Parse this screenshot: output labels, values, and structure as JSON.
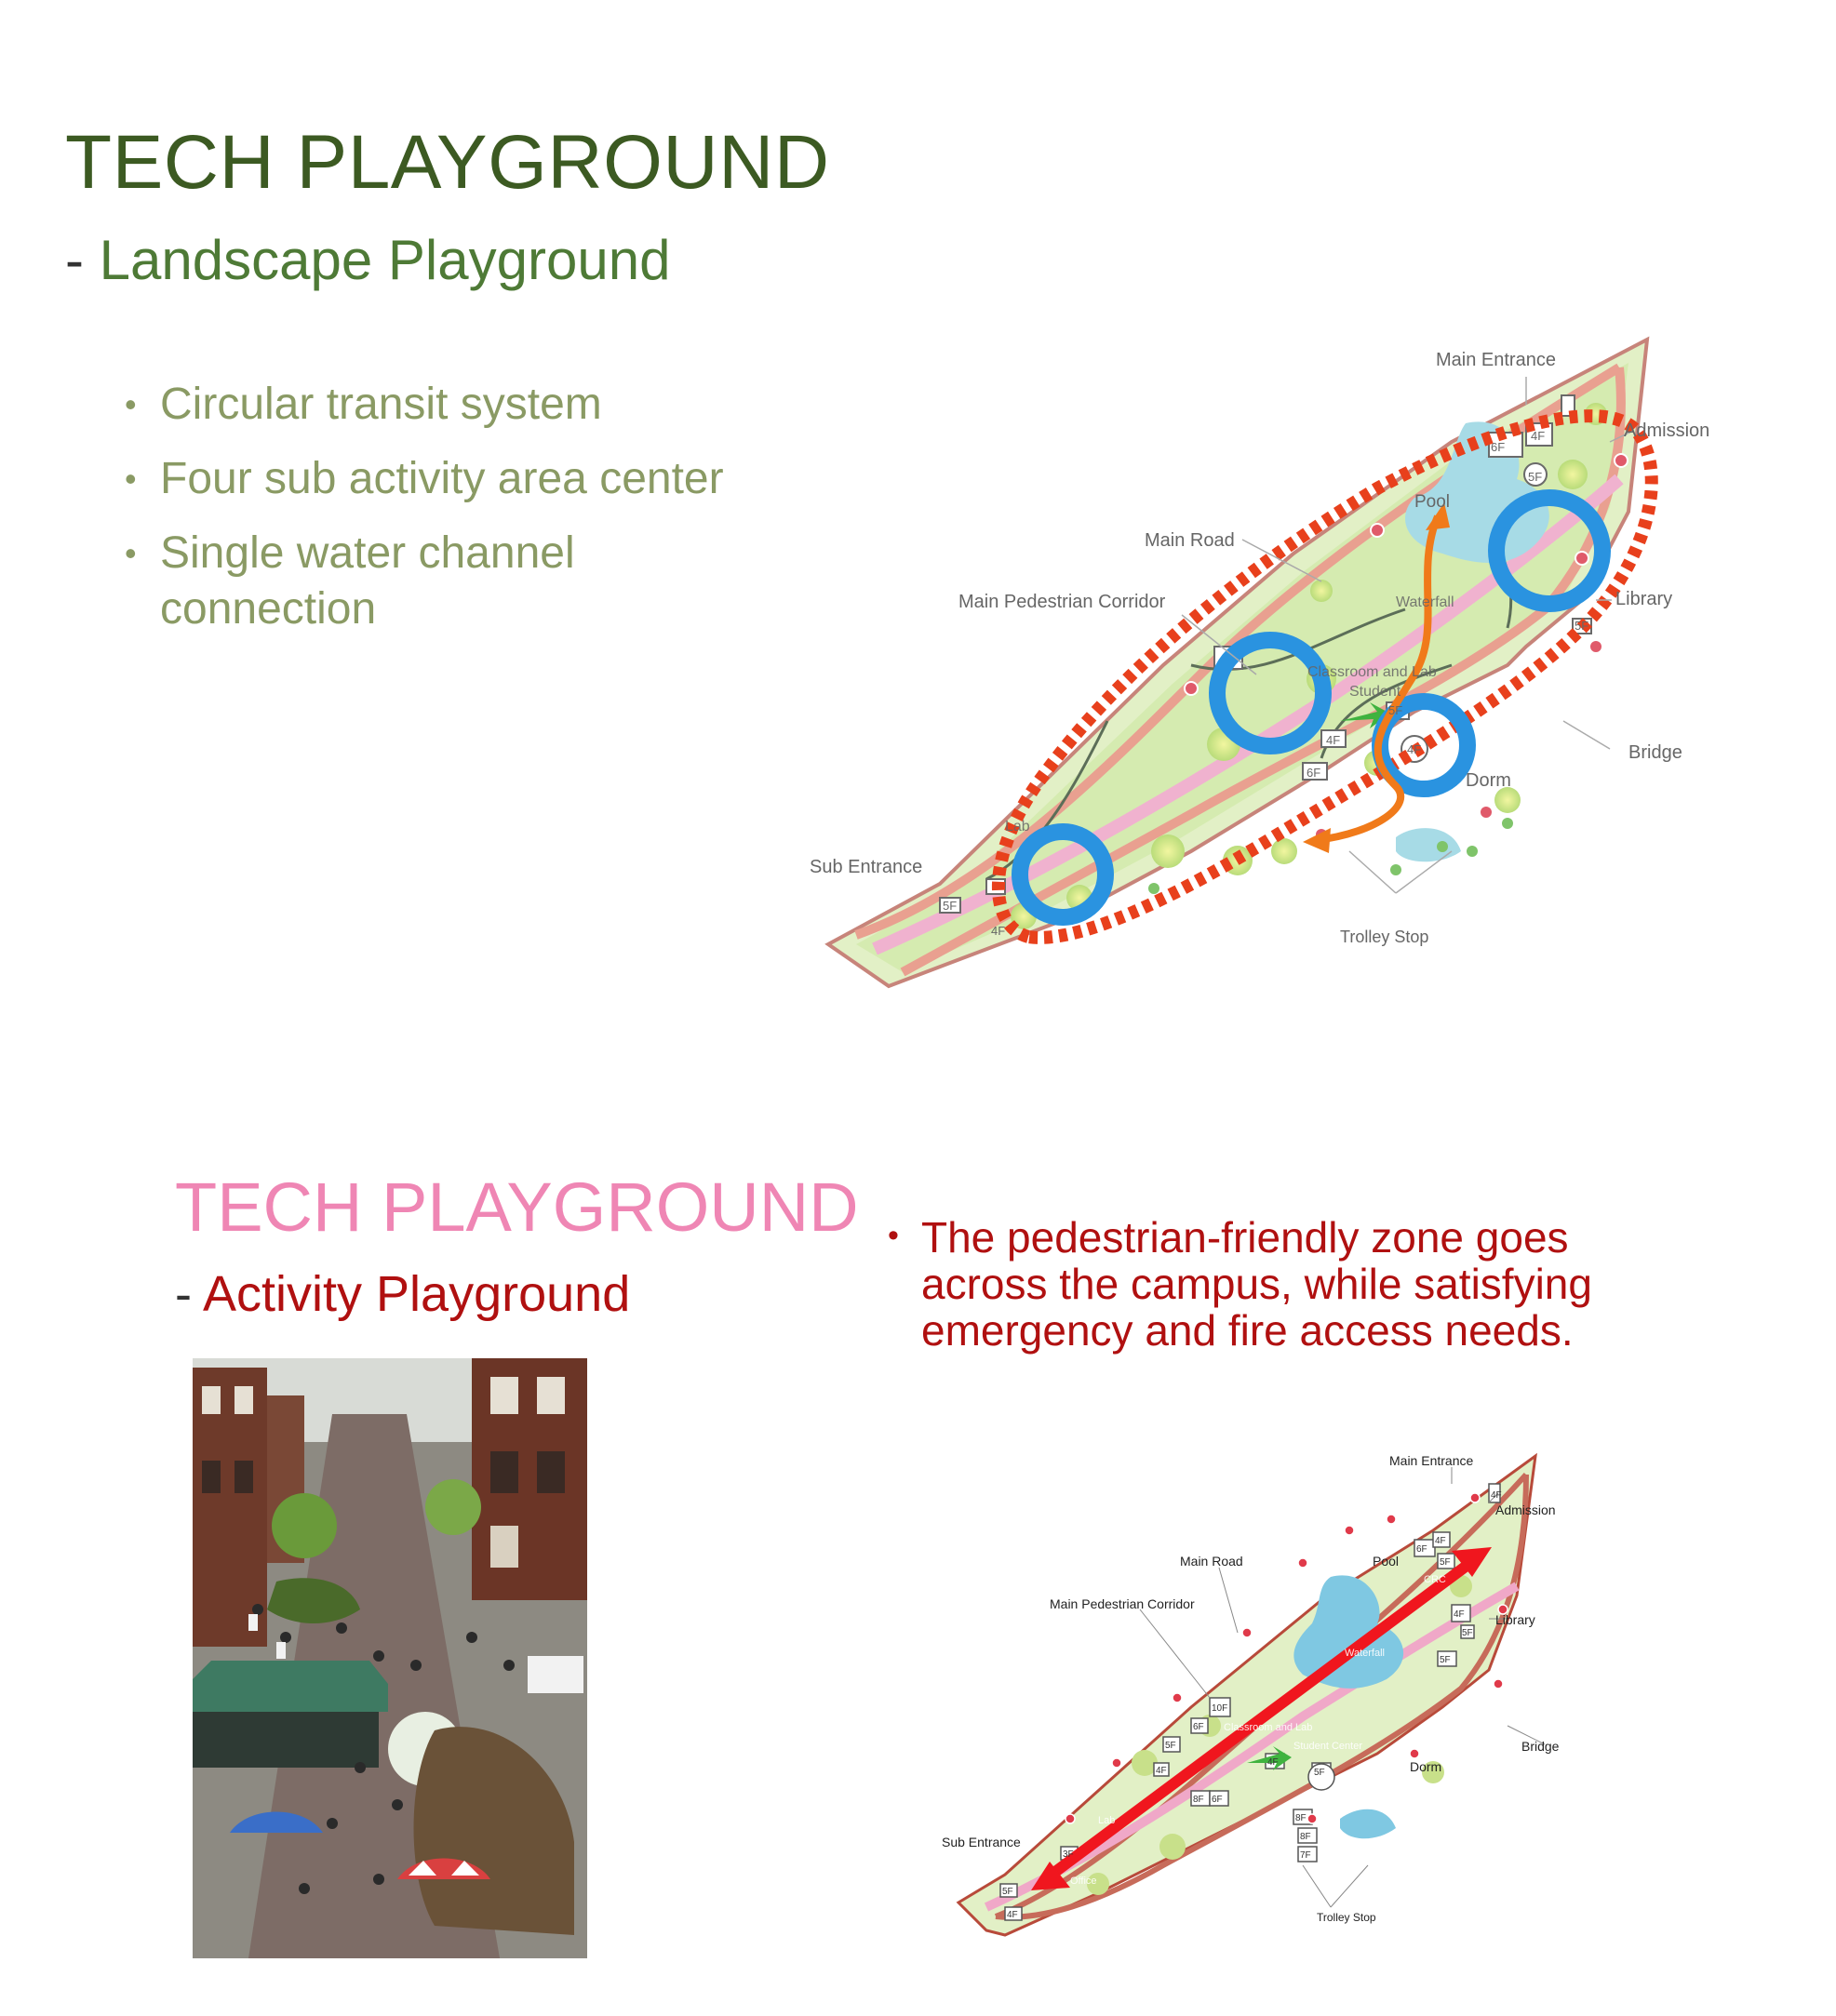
{
  "top": {
    "title": "TECH PLAYGROUND",
    "subtitle_dash": "- ",
    "subtitle": "Landscape Playground",
    "bullets": [
      "Circular transit system",
      "Four sub activity area center",
      "Single water channel connection"
    ]
  },
  "bottom": {
    "title": "TECH PLAYGROUND",
    "subtitle_dash": "- ",
    "subtitle": "Activity Playground",
    "bullet": "The pedestrian-friendly zone goes across the campus, while satisfying emergency and fire access needs."
  },
  "map1": {
    "labels": {
      "main_entrance": "Main Entrance",
      "admission": "Admission",
      "main_road": "Main Road",
      "pool": "Pool",
      "main_pedestrian": "Main Pedestrian Corridor",
      "library": "Library",
      "bridge": "Bridge",
      "dorm": "Dorm",
      "sub_entrance": "Sub Entrance",
      "trolley": "Trolley Stop",
      "lab": "Lab",
      "student": "Student",
      "waterfall": "Waterfall",
      "classroom_lab": "Classroom and Lab"
    },
    "floors": [
      "6F",
      "4F",
      "5F",
      "4F",
      "6F",
      "5F",
      "4F",
      "5F",
      "5F",
      "4F"
    ]
  },
  "map2": {
    "labels": {
      "main_entrance": "Main Entrance",
      "admission": "Admission",
      "main_road": "Main Road",
      "pool": "Pool",
      "crc": "CRC",
      "main_pedestrian": "Main Pedestrian Corridor",
      "library": "Library",
      "bridge": "Bridge",
      "dorm": "Dorm",
      "sub_entrance": "Sub Entrance",
      "trolley": "Trolley Stop",
      "lab": "Lab",
      "office": "Office",
      "student_center": "Student Center",
      "waterfall": "Waterfall",
      "classroom_lab": "Classroom and Lab"
    },
    "floors": [
      "4F",
      "6F",
      "4F",
      "5F",
      "4F",
      "5F",
      "5F",
      "10F",
      "6F",
      "5F",
      "4F",
      "8F",
      "6F",
      "4F",
      "5F",
      "8F",
      "8F",
      "7F",
      "3F",
      "5F",
      "4F"
    ]
  },
  "colors": {
    "title_green": "#3c5a22",
    "subtitle_green": "#4e7a36",
    "bullet_olive": "#8a9a64",
    "title_pink": "#ef86b4",
    "red_text": "#b01010",
    "circle_blue": "#2a93e0",
    "loop_red": "#e8401c",
    "arrow_orange": "#f07a1a"
  }
}
